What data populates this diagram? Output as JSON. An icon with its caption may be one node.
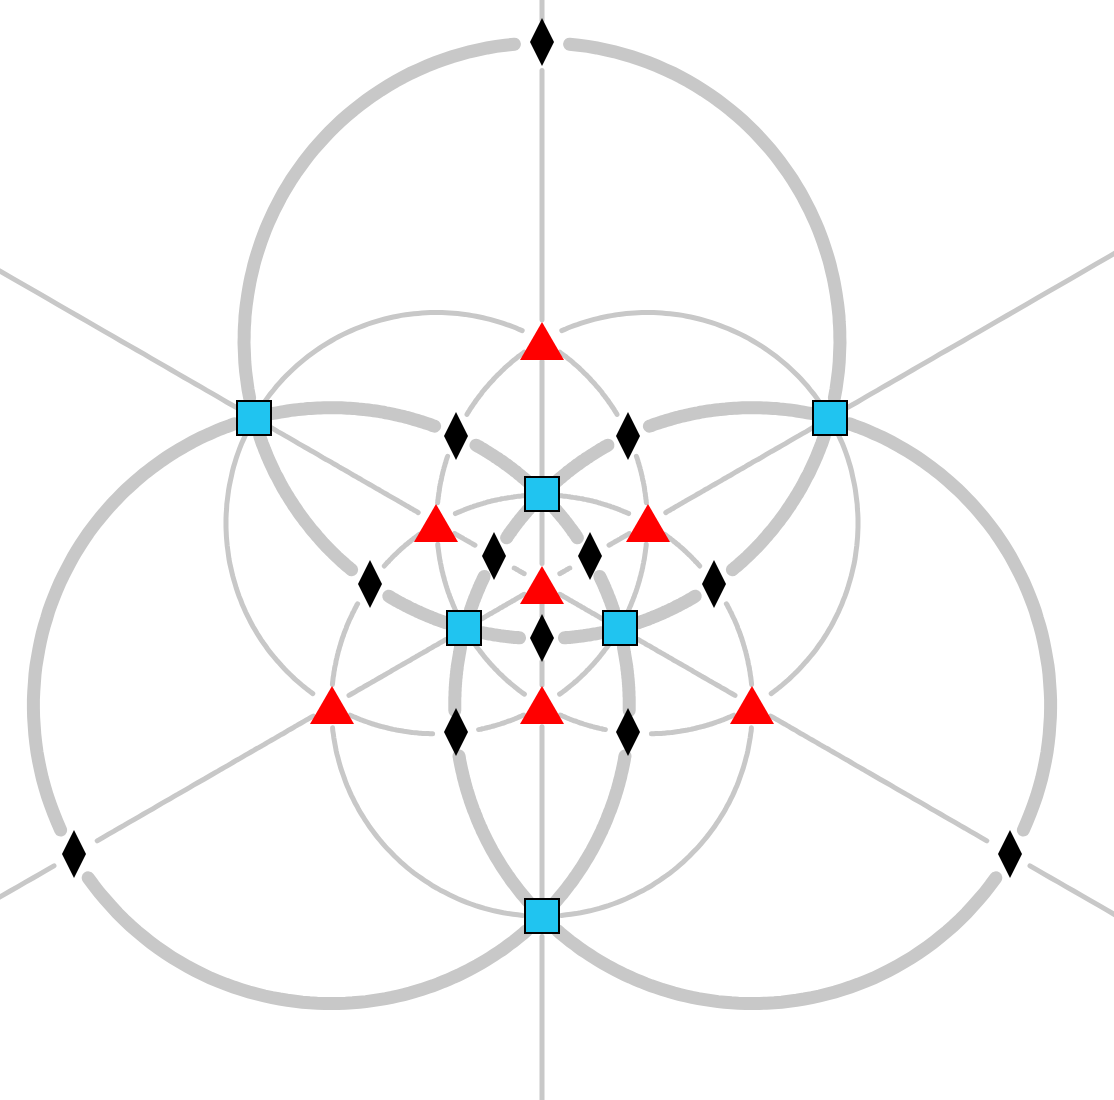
{
  "diagram": {
    "nodes": [
      {
        "text": [],
        "shape": "diamond"
      },
      {
        "text": [],
        "shape": "triangle"
      },
      {
        "text": [],
        "shape": "box"
      },
      {
        "text": [],
        "shape": "box"
      },
      {
        "text": [],
        "shape": "diamond"
      },
      {
        "text": [],
        "shape": "diamond"
      },
      {
        "text": [],
        "shape": "box"
      },
      {
        "text": [],
        "shape": "triangle"
      },
      {
        "text": [],
        "shape": "triangle"
      },
      {
        "text": [],
        "shape": "diamond"
      },
      {
        "text": [],
        "shape": "diamond"
      },
      {
        "text": [],
        "shape": "diamond"
      },
      {
        "text": [],
        "shape": "triangle"
      },
      {
        "text": [],
        "shape": "diamond"
      },
      {
        "text": [],
        "shape": "box"
      },
      {
        "text": [],
        "shape": "box"
      },
      {
        "text": [],
        "shape": "diamond"
      },
      {
        "text": [],
        "shape": "triangle"
      },
      {
        "text": [],
        "shape": "triangle"
      },
      {
        "text": [],
        "shape": "triangle"
      },
      {
        "text": [],
        "shape": "diamond"
      },
      {
        "text": [],
        "shape": "diamond"
      },
      {
        "text": [],
        "shape": "diamond"
      },
      {
        "text": [],
        "shape": "diamond"
      },
      {
        "text": [],
        "shape": "box"
      }
    ],
    "edges": [
      {
        "from": 2,
        "to": 1,
        "arrow": "none"
      },
      {
        "from": 2,
        "to": 7,
        "arrow": "none"
      },
      {
        "from": 2,
        "to": 17,
        "arrow": "none"
      },
      {
        "from": 2,
        "to": null,
        "arrow": "none"
      },
      {
        "from": 3,
        "to": 1,
        "arrow": "none"
      },
      {
        "from": 3,
        "to": 8,
        "arrow": "none"
      },
      {
        "from": 3,
        "to": 19,
        "arrow": "none"
      },
      {
        "from": 3,
        "to": null,
        "arrow": "none"
      },
      {
        "from": 6,
        "to": 1,
        "arrow": "none"
      },
      {
        "from": 6,
        "to": 7,
        "arrow": "none"
      },
      {
        "from": 6,
        "to": 8,
        "arrow": "none"
      },
      {
        "from": 6,
        "to": 12,
        "arrow": "none"
      },
      {
        "from": 14,
        "to": 7,
        "arrow": "none"
      },
      {
        "from": 14,
        "to": 12,
        "arrow": "none"
      },
      {
        "from": 14,
        "to": 17,
        "arrow": "none"
      },
      {
        "from": 14,
        "to": 18,
        "arrow": "none"
      },
      {
        "from": 15,
        "to": 8,
        "arrow": "none"
      },
      {
        "from": 15,
        "to": 12,
        "arrow": "none"
      },
      {
        "from": 15,
        "to": 18,
        "arrow": "none"
      },
      {
        "from": 15,
        "to": 19,
        "arrow": "none"
      },
      {
        "from": 24,
        "to": 17,
        "arrow": "none"
      },
      {
        "from": 24,
        "to": 18,
        "arrow": "none"
      },
      {
        "from": 24,
        "to": 19,
        "arrow": "none"
      },
      {
        "from": 24,
        "to": null,
        "arrow": "none"
      },
      {
        "from": 2,
        "to": 0,
        "arrow": "none",
        "style": "thick"
      },
      {
        "from": 2,
        "to": 4,
        "arrow": "none",
        "style": "thick"
      },
      {
        "from": 2,
        "to": 11,
        "arrow": "none",
        "style": "thick"
      },
      {
        "from": 2,
        "to": 22,
        "arrow": "none",
        "style": "thick"
      },
      {
        "from": 3,
        "to": 0,
        "arrow": "none",
        "style": "thick"
      },
      {
        "from": 3,
        "to": 5,
        "arrow": "none",
        "style": "thick"
      },
      {
        "from": 3,
        "to": 13,
        "arrow": "none",
        "style": "thick"
      },
      {
        "from": 3,
        "to": 23,
        "arrow": "none",
        "style": "thick"
      },
      {
        "from": 6,
        "to": 4,
        "arrow": "none",
        "style": "thick"
      },
      {
        "from": 6,
        "to": 5,
        "arrow": "none",
        "style": "thick"
      },
      {
        "from": 6,
        "to": 9,
        "arrow": "none",
        "style": "thick"
      },
      {
        "from": 6,
        "to": 10,
        "arrow": "none",
        "style": "thick"
      },
      {
        "from": 14,
        "to": 9,
        "arrow": "none",
        "style": "thick"
      },
      {
        "from": 14,
        "to": 11,
        "arrow": "none",
        "style": "thick"
      },
      {
        "from": 14,
        "to": 16,
        "arrow": "none",
        "style": "thick"
      },
      {
        "from": 14,
        "to": 20,
        "arrow": "none",
        "style": "thick"
      },
      {
        "from": 15,
        "to": 10,
        "arrow": "none",
        "style": "thick"
      },
      {
        "from": 15,
        "to": 13,
        "arrow": "none",
        "style": "thick"
      },
      {
        "from": 15,
        "to": 16,
        "arrow": "none",
        "style": "thick"
      },
      {
        "from": 15,
        "to": 21,
        "arrow": "none",
        "style": "thick"
      },
      {
        "from": 24,
        "to": 20,
        "arrow": "none",
        "style": "thick"
      },
      {
        "from": 24,
        "to": 21,
        "arrow": "none",
        "style": "thick"
      },
      {
        "from": 24,
        "to": 22,
        "arrow": "none",
        "style": "thick"
      },
      {
        "from": 24,
        "to": 23,
        "arrow": "none",
        "style": "thick"
      },
      {
        "from": 1,
        "to": 0,
        "arrow": "none"
      },
      {
        "from": 1,
        "to": 4,
        "arrow": "none"
      },
      {
        "from": 1,
        "to": 5,
        "arrow": "none"
      },
      {
        "from": 7,
        "to": 4,
        "arrow": "none"
      },
      {
        "from": 7,
        "to": 9,
        "arrow": "none"
      },
      {
        "from": 7,
        "to": 11,
        "arrow": "none"
      },
      {
        "from": 8,
        "to": 5,
        "arrow": "none"
      },
      {
        "from": 8,
        "to": 10,
        "arrow": "none"
      },
      {
        "from": 8,
        "to": 13,
        "arrow": "none"
      },
      {
        "from": 12,
        "to": 9,
        "arrow": "none"
      },
      {
        "from": 12,
        "to": 10,
        "arrow": "none"
      },
      {
        "from": 12,
        "to": 16,
        "arrow": "none"
      },
      {
        "from": 17,
        "to": 11,
        "arrow": "none"
      },
      {
        "from": 17,
        "to": 20,
        "arrow": "none"
      },
      {
        "from": 17,
        "to": 22,
        "arrow": "none"
      },
      {
        "from": 18,
        "to": 16,
        "arrow": "none"
      },
      {
        "from": 18,
        "to": 20,
        "arrow": "none"
      },
      {
        "from": 18,
        "to": 21,
        "arrow": "none"
      },
      {
        "from": 19,
        "to": 13,
        "arrow": "none"
      },
      {
        "from": 19,
        "to": 21,
        "arrow": "none"
      },
      {
        "from": 19,
        "to": 23,
        "arrow": "none"
      },
      {
        "from": 0,
        "to": null,
        "arrow": "none"
      },
      {
        "from": 22,
        "to": null,
        "arrow": "none"
      },
      {
        "from": 23,
        "to": null,
        "arrow": "none"
      }
    ]
  }
}
